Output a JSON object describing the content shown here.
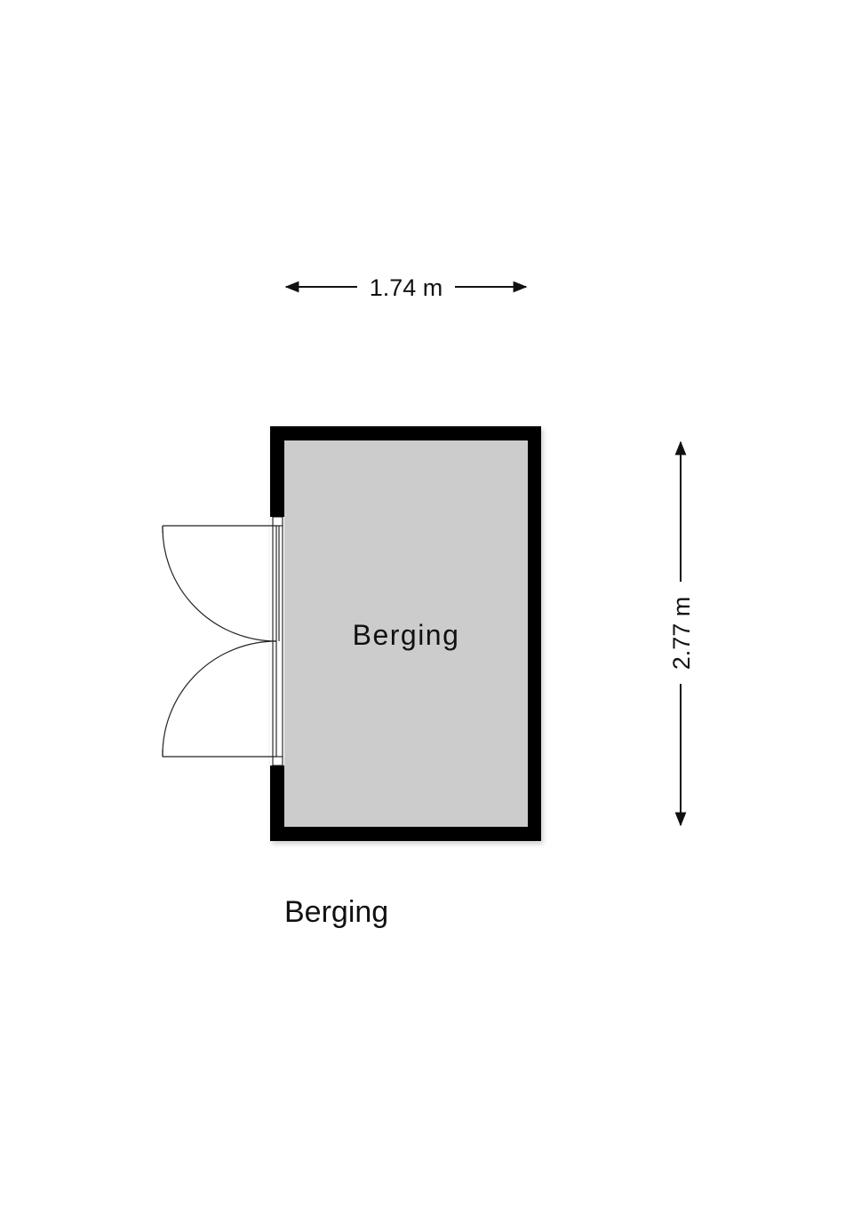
{
  "floorplan": {
    "width_dimension": "1.74 m",
    "height_dimension": "2.77 m",
    "room_label": "Berging",
    "floor_title": "Berging",
    "colors": {
      "wall": "#000000",
      "floor": "#cccccc",
      "background": "#ffffff"
    }
  }
}
